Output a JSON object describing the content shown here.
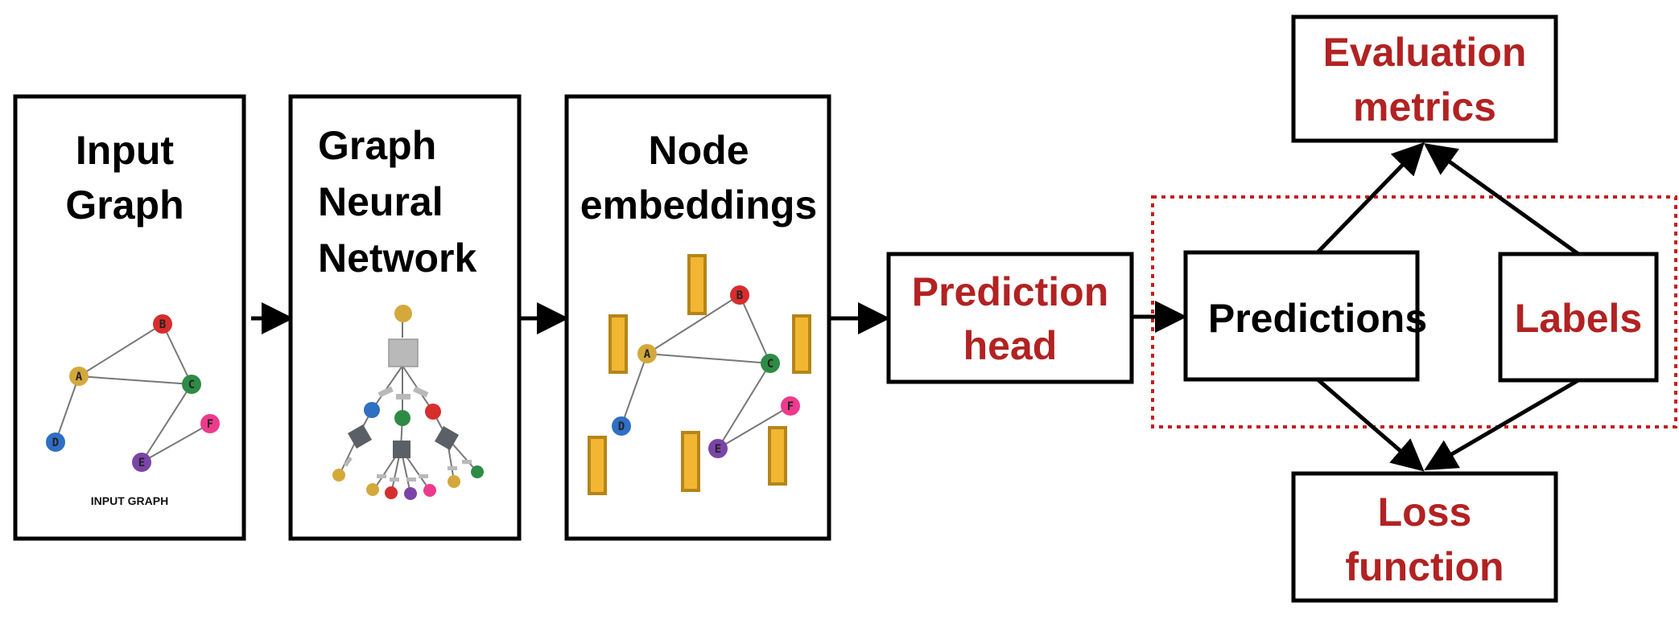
{
  "boxes": {
    "input_graph": [
      "Input",
      "Graph"
    ],
    "gnn": [
      "Graph",
      "Neural",
      "Network"
    ],
    "node_embeddings": [
      "Node",
      "embeddings"
    ],
    "prediction_head": [
      "Prediction",
      "head"
    ],
    "predictions": "Predictions",
    "labels": "Labels",
    "evaluation_metrics": [
      "Evaluation",
      "metrics"
    ],
    "loss_function": [
      "Loss",
      "function"
    ]
  },
  "input_graph_caption": "INPUT GRAPH",
  "graph_nodes": [
    {
      "id": "A",
      "color": "#d4a83a"
    },
    {
      "id": "B",
      "color": "#d62d2d"
    },
    {
      "id": "C",
      "color": "#2e8b45"
    },
    {
      "id": "D",
      "color": "#2f6fc4"
    },
    {
      "id": "E",
      "color": "#7b44a8"
    },
    {
      "id": "F",
      "color": "#ee3a8c"
    }
  ],
  "colors": {
    "accent_red": "#b22222",
    "embedding": "#f2b632",
    "dotted_region": "#c41e1e"
  }
}
